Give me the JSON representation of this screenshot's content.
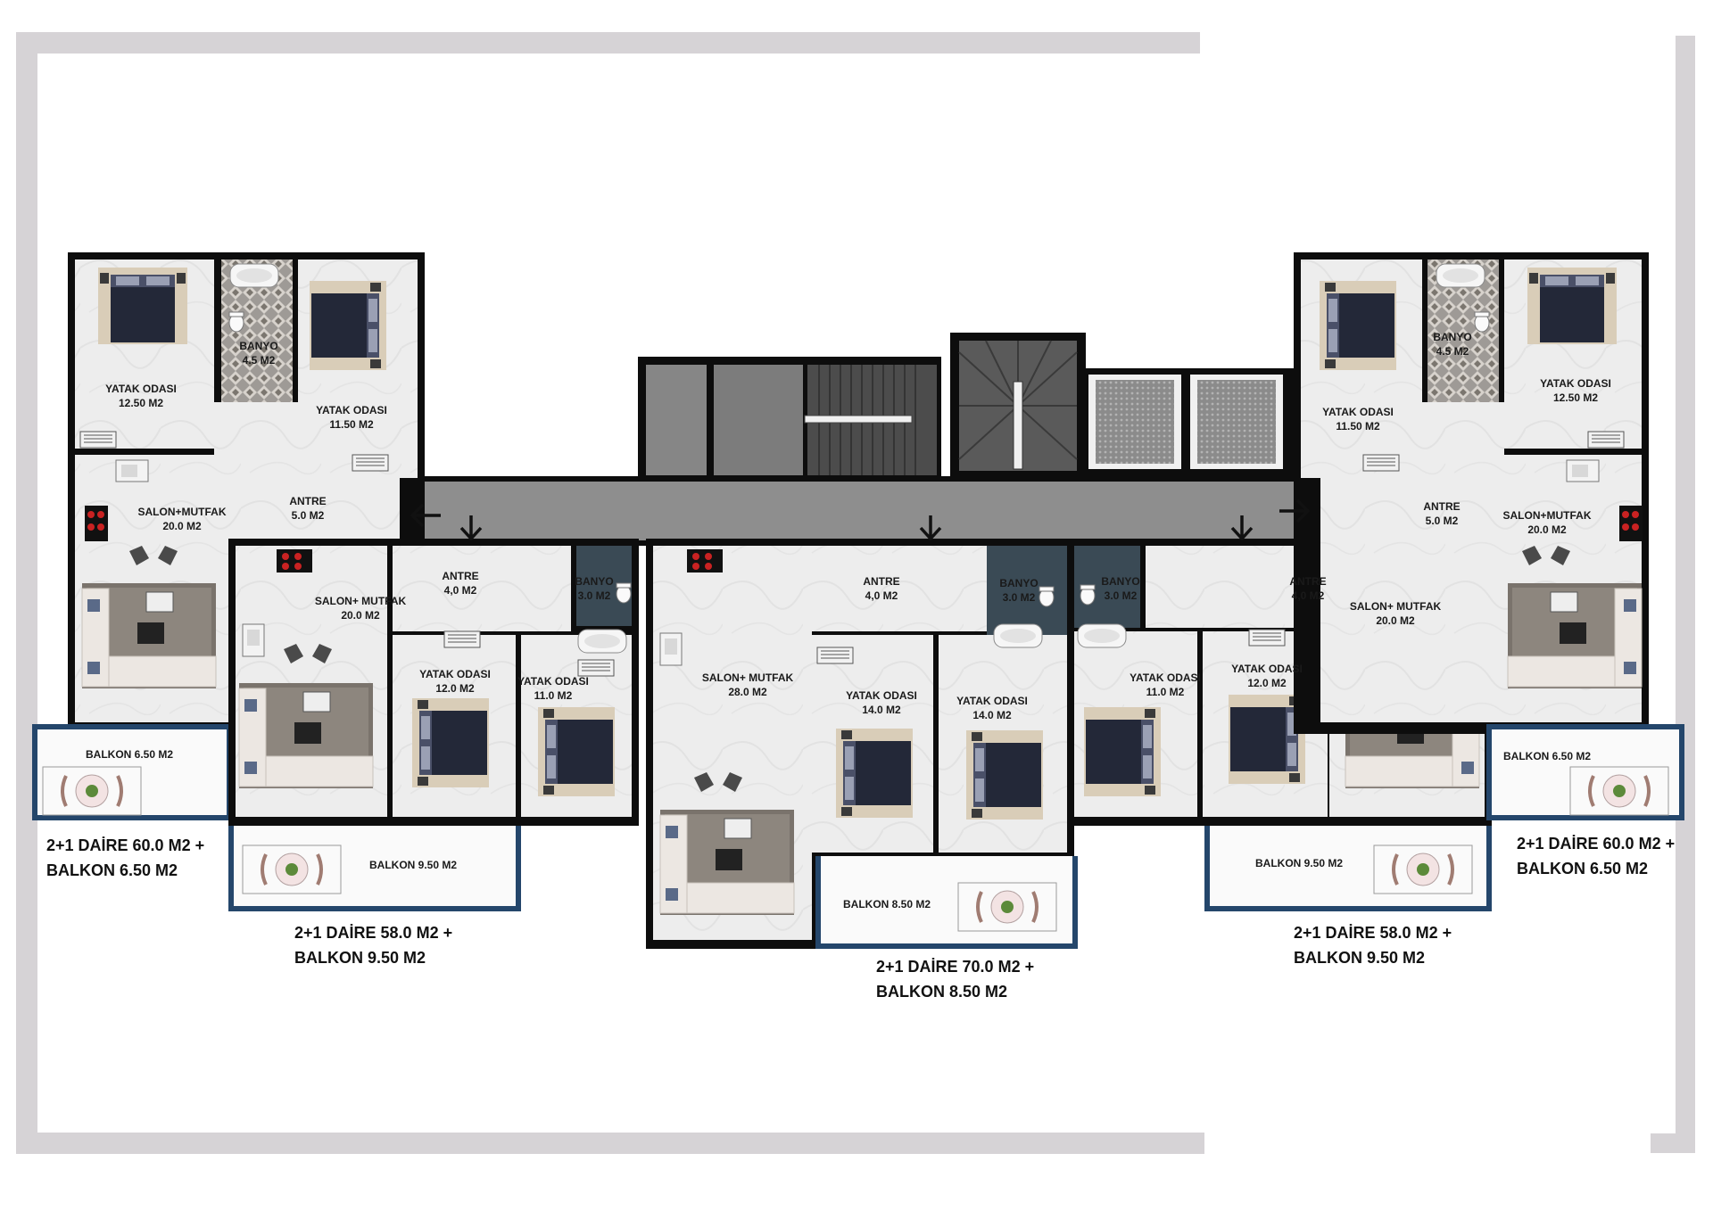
{
  "rooms": {
    "u1_bed1": {
      "name": "YATAK ODASI",
      "area": "12.50 M2"
    },
    "u1_bath": {
      "name": "BANYO",
      "area": "4.5 M2"
    },
    "u1_bed2": {
      "name": "YATAK ODASI",
      "area": "11.50 M2"
    },
    "u1_salon": {
      "name": "SALON+MUTFAK",
      "area": "20.0 M2"
    },
    "u1_antre": {
      "name": "ANTRE",
      "area": "5.0 M2"
    },
    "u1_balkon": {
      "name": "BALKON 6.50 M2"
    },
    "u2_antre": {
      "name": "ANTRE",
      "area": "4,0 M2"
    },
    "u2_salon": {
      "name": "SALON+ MUTFAK",
      "area": "20.0 M2"
    },
    "u2_bath": {
      "name": "BANYO",
      "area": "3.0 M2"
    },
    "u2_bed1": {
      "name": "YATAK ODASI",
      "area": "12.0 M2"
    },
    "u2_bed2": {
      "name": "YATAK ODASI",
      "area": "11.0 M2"
    },
    "u2_balkon": {
      "name": "BALKON 9.50 M2"
    },
    "u3_antre": {
      "name": "ANTRE",
      "area": "4,0 M2"
    },
    "u3_salon": {
      "name": "SALON+ MUTFAK",
      "area": "28.0 M2"
    },
    "u3_bath": {
      "name": "BANYO",
      "area": "3.0 M2"
    },
    "u3_bed1": {
      "name": "YATAK ODASI",
      "area": "14.0 M2"
    },
    "u3_bed2": {
      "name": "YATAK ODASI",
      "area": "14.0 M2"
    },
    "u3_balkon": {
      "name": "BALKON 8.50 M2"
    },
    "u4_bath": {
      "name": "BANYO",
      "area": "3.0 M2"
    },
    "u4_antre": {
      "name": "ANTRE",
      "area": "4,0 M2"
    },
    "u4_bed2": {
      "name": "YATAK ODASI",
      "area": "11.0 M2"
    },
    "u4_bed1": {
      "name": "YATAK ODASI",
      "area": "12.0 M2"
    },
    "u4_salon": {
      "name": "SALON+ MUTFAK",
      "area": "20.0 M2"
    },
    "u4_balkon": {
      "name": "BALKON 9.50 M2"
    },
    "u5_bed2": {
      "name": "YATAK ODASI",
      "area": "11.50 M2"
    },
    "u5_bath": {
      "name": "BANYO",
      "area": "4.5 M2"
    },
    "u5_bed1": {
      "name": "YATAK ODASI",
      "area": "12.50 M2"
    },
    "u5_antre": {
      "name": "ANTRE",
      "area": "5.0 M2"
    },
    "u5_salon": {
      "name": "SALON+MUTFAK",
      "area": "20.0 M2"
    },
    "u5_balkon": {
      "name": "BALKON 6.50 M2"
    }
  },
  "units": {
    "u1": {
      "line1": "2+1 DAİRE 60.0 M2 +",
      "line2": "BALKON 6.50 M2"
    },
    "u2": {
      "line1": "2+1 DAİRE 58.0 M2 +",
      "line2": "BALKON  9.50 M2"
    },
    "u3": {
      "line1": "2+1 DAİRE 70.0 M2 +",
      "line2": "BALKON 8.50 M2"
    },
    "u4": {
      "line1": "2+1 DAİRE 58.0 M2 +",
      "line2": "BALKON  9.50 M2"
    },
    "u5": {
      "line1": "2+1 DAİRE 60.0 M2 +",
      "line2": "BALKON 6.50 M2"
    }
  },
  "colors": {
    "wall": "#0d0d0d",
    "floor": "#ededed",
    "corridor": "#8e8e8e",
    "stair": "#5a5a5a",
    "frame": "#d6d3d6",
    "balcony_rail": "#24466b",
    "bed": "#232838",
    "rug": "#d9cdb8",
    "sofa": "#ece7e2"
  }
}
